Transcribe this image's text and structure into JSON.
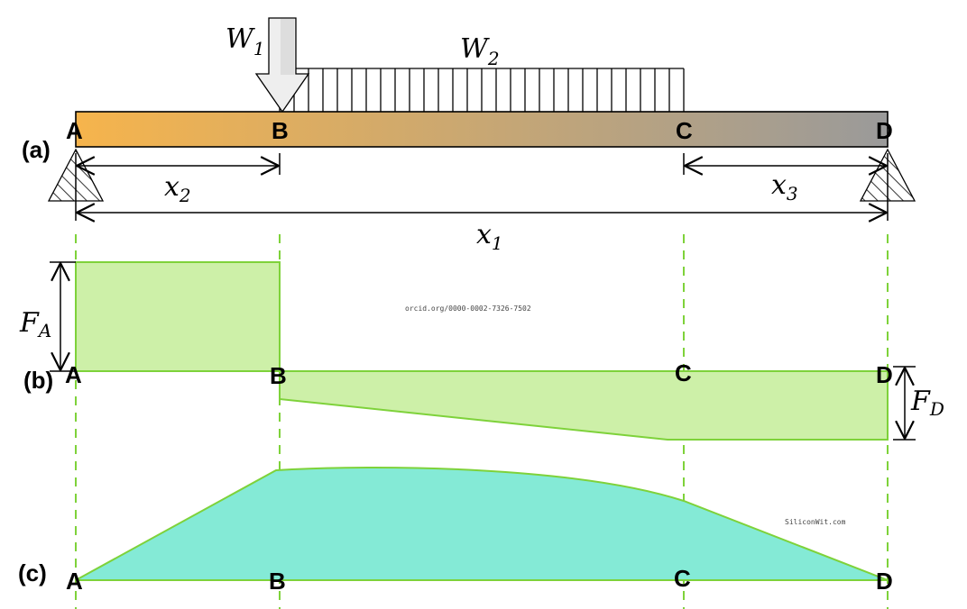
{
  "panels": {
    "a": "(a)",
    "b": "(b)",
    "c": "(c)"
  },
  "points": [
    "A",
    "B",
    "C",
    "D"
  ],
  "loads": {
    "w1": {
      "base": "W",
      "sub": "1"
    },
    "w2": {
      "base": "W",
      "sub": "2"
    }
  },
  "dimensions": {
    "x1": {
      "base": "x",
      "sub": "1"
    },
    "x2": {
      "base": "x",
      "sub": "2"
    },
    "x3": {
      "base": "x",
      "sub": "3"
    }
  },
  "forces": {
    "fa": {
      "base": "F",
      "sub": "A"
    },
    "fd": {
      "base": "F",
      "sub": "D"
    }
  },
  "watermarks": {
    "orcid": "orcid.org/0000-0002-7326-7502",
    "site": "SiliconWit.com"
  },
  "colors": {
    "beam_left": "#f6b44c",
    "beam_right": "#9a9a9a",
    "shear_fill": "#cdf0a8",
    "moment_fill": "#84ead6",
    "outline_green": "#7ed23a",
    "guide_green": "#7ed23a"
  }
}
